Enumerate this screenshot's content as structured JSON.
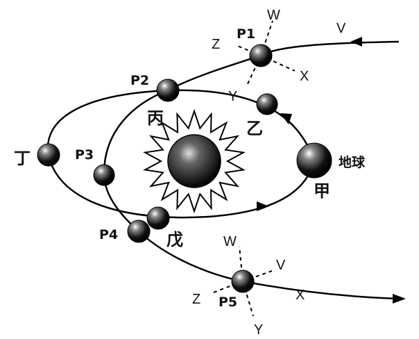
{
  "diagram": {
    "sun": {
      "icon": "sun-icon"
    },
    "earth_orbit_points": {
      "jia": "甲",
      "yi": "乙",
      "bing": "丙",
      "ding": "丁",
      "wu": "戊",
      "earth": "地球"
    },
    "comet_points": [
      "P1",
      "P2",
      "P3",
      "P4",
      "P5"
    ],
    "direction_labels": {
      "p1": {
        "w": "W",
        "x": "X",
        "y": "Y",
        "z": "Z"
      },
      "p5": {
        "w": "W",
        "v": "V",
        "x": "X",
        "y": "Y",
        "z": "Z"
      },
      "incoming_v": "V"
    }
  }
}
